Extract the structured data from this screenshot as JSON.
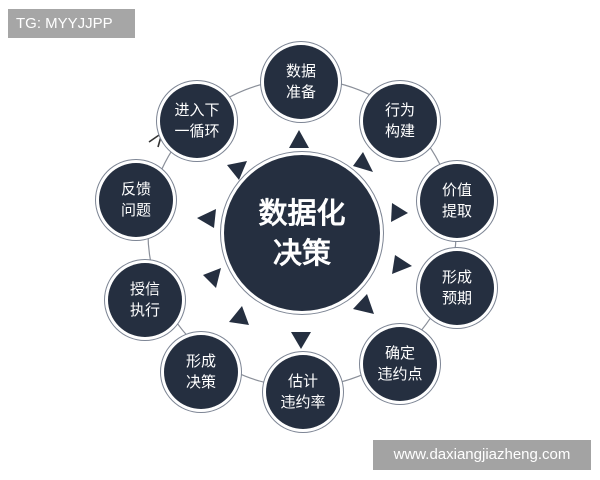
{
  "watermark_top": "TG: MYYJJPP",
  "watermark_bottom": "www.daxiangjiazheng.com",
  "center": {
    "line1": "数据化",
    "line2": "决策"
  },
  "nodes": [
    {
      "line1": "数据",
      "line2": "准备"
    },
    {
      "line1": "行为",
      "line2": "构建"
    },
    {
      "line1": "价值",
      "line2": "提取"
    },
    {
      "line1": "形成",
      "line2": "预期"
    },
    {
      "line1": "确定",
      "line2": "违约点"
    },
    {
      "line1": "估计",
      "line2": "违约率"
    },
    {
      "line1": "形成",
      "line2": "决策"
    },
    {
      "line1": "授信",
      "line2": "执行"
    },
    {
      "line1": "反馈",
      "line2": "问题"
    },
    {
      "line1": "进入下",
      "line2": "一循环"
    }
  ],
  "colors": {
    "node_fill": "#252f40",
    "arrow": "#252f40",
    "ring": "#8a8f99"
  }
}
